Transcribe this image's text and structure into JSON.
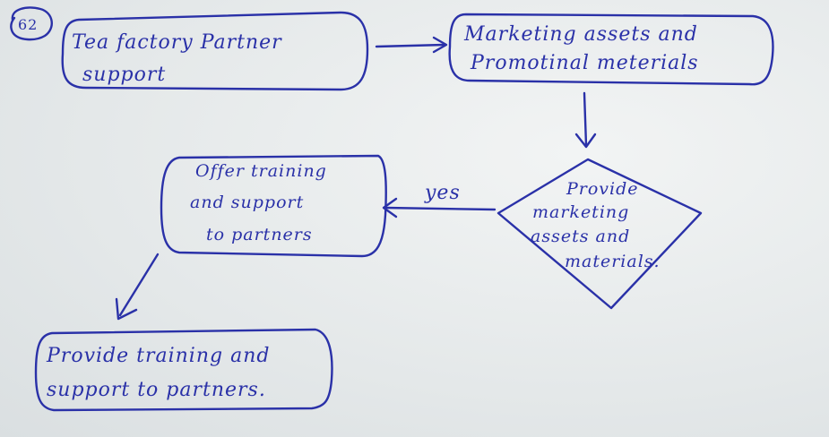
{
  "diagram": {
    "number_label": "62",
    "nodes": {
      "start": {
        "lines": [
          "Tea factory Partner",
          "support"
        ]
      },
      "marketing": {
        "lines": [
          "Marketing assets and",
          "Promotinal meterials"
        ]
      },
      "decision": {
        "lines": [
          "Provide",
          "marketing",
          "assets and",
          "materials."
        ]
      },
      "offer": {
        "lines": [
          "Offer training",
          "and support",
          "to partners"
        ]
      },
      "provide": {
        "lines": [
          "Provide training and",
          "support to partners."
        ]
      }
    },
    "edges": {
      "decision_to_offer": {
        "label": "yes"
      }
    },
    "colors": {
      "ink": "#2a31a8",
      "paper": "#e9ecec"
    }
  }
}
